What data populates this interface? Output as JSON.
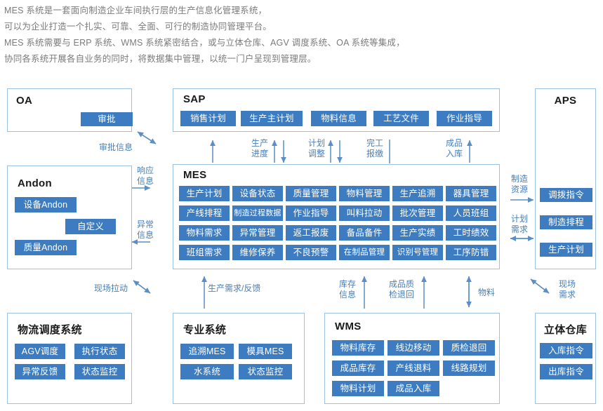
{
  "intro": {
    "lines": [
      "MES 系统是一套面向制造企业车间执行层的生产信息化管理系统，",
      "可以为企业打造一个扎实、可靠、全面、可行的制造协同管理平台。",
      "MES 系统需要与 ERP 系统、WMS 系统紧密结合，或与立体仓库、AGV 调度系统、OA 系统等集成，",
      "协同各系统开展各自业务的同时，将数据集中管理，以统一门户呈现到管理层。"
    ]
  },
  "colors": {
    "chip_blue": "#3d7cc0",
    "box_border": "#9dc1e0",
    "label_blue": "#4a7fb5",
    "intro_gray": "#7b7b7b",
    "title_black": "#1a1a1a"
  },
  "boxes": {
    "oa": {
      "title": "OA",
      "chips": [
        "审批"
      ]
    },
    "sap": {
      "title": "SAP",
      "chips": [
        "销售计划",
        "生产主计划",
        "物料信息",
        "工艺文件",
        "作业指导"
      ]
    },
    "aps": {
      "title": "APS",
      "chips": [
        "调拨指令",
        "制造排程",
        "生产计划"
      ]
    },
    "andon": {
      "title": "Andon",
      "chips": [
        "设备Andon",
        "自定义",
        "质量Andon"
      ]
    },
    "mes": {
      "title": "MES",
      "chips": [
        "生产计划",
        "设备状态",
        "质量管理",
        "物料管理",
        "生产追溯",
        "器具管理",
        "产线排程",
        "制造过程数据",
        "作业指导",
        "叫料拉动",
        "批次管理",
        "人员班组",
        "物料需求",
        "异常管理",
        "返工报废",
        "备品备件",
        "生产实绩",
        "工时绩效",
        "班组需求",
        "维修保养",
        "不良预警",
        "在制品管理",
        "识别号管理",
        "工序防错"
      ]
    },
    "logistics": {
      "title": "物流调度系统",
      "chips": [
        "AGV调度",
        "执行状态",
        "异常反馈",
        "状态监控"
      ]
    },
    "professional": {
      "title": "专业系统",
      "chips": [
        "追溯MES",
        "模具MES",
        "水系统",
        "状态监控"
      ]
    },
    "wms": {
      "title": "WMS",
      "chips": [
        "物料库存",
        "线边移动",
        "质检退回",
        "成品库存",
        "产线退料",
        "线路规划",
        "物料计划",
        "成品入库"
      ]
    },
    "warehouse": {
      "title": "立体仓库",
      "chips": [
        "入库指令",
        "出库指令"
      ]
    }
  },
  "connectors": {
    "approval_info": "审批信息",
    "response_info_l1": "响应",
    "response_info_l2": "信息",
    "abnormal_info_l1": "异常",
    "abnormal_info_l2": "信息",
    "production_progress_l1": "生产",
    "production_progress_l2": "进度",
    "plan_adjust_l1": "计划",
    "plan_adjust_l2": "调整",
    "finish_report_l1": "完工",
    "finish_report_l2": "报缴",
    "finished_inbound_l1": "成品",
    "finished_inbound_l2": "入库",
    "manufacture_resource_l1": "制造",
    "manufacture_resource_l2": "资源",
    "plan_demand_l1": "计划",
    "plan_demand_l2": "需求",
    "site_pull": "现场拉动",
    "production_demand_feedback": "生产需求/反馈",
    "stock_info_l1": "库存",
    "stock_info_l2": "信息",
    "fg_inspect_return_l1": "成品质",
    "fg_inspect_return_l2": "检退回",
    "material": "物料",
    "site_demand_l1": "现场",
    "site_demand_l2": "需求"
  }
}
